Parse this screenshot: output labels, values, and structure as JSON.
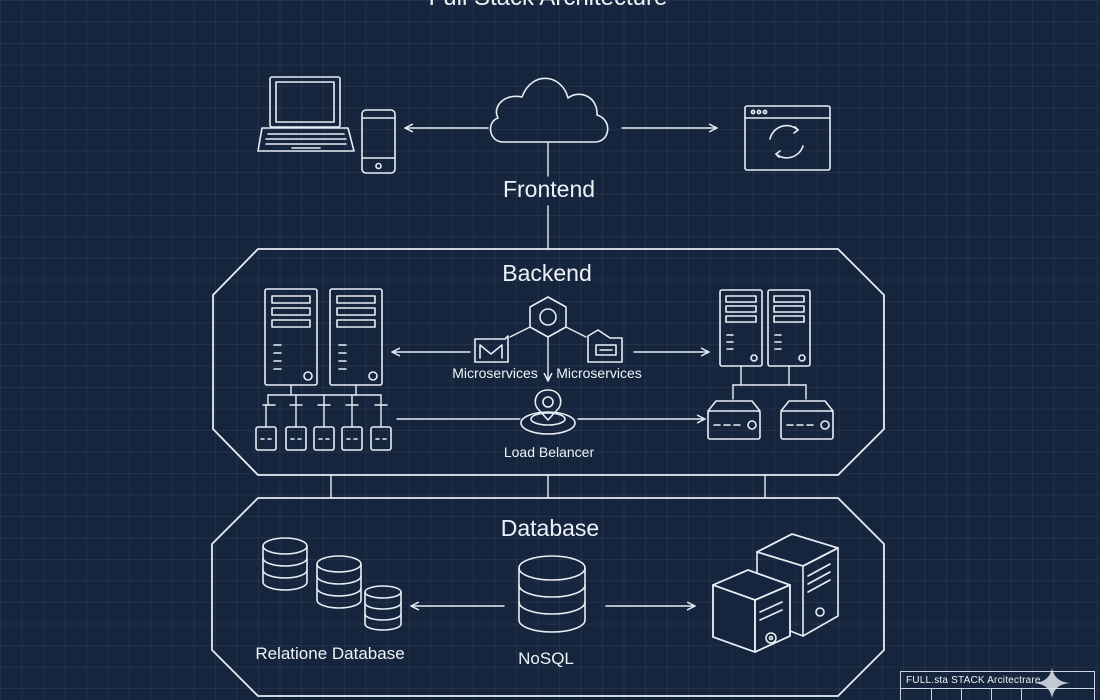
{
  "diagram": {
    "title": "Full Stack Architecture",
    "frontend": {
      "label": "Frontend"
    },
    "backend": {
      "label": "Backend",
      "microservices_left": "Microservices",
      "microservices_right": "Microservices",
      "load_balancer": "Load Belancer"
    },
    "database": {
      "label": "Database",
      "relational": "Relatione Database",
      "nosql": "NoSQL"
    },
    "stamp": {
      "text": "FULL.sta STACK Arcitectrare"
    }
  },
  "colors": {
    "background": "#15253d",
    "line": "#e8edf4",
    "grid": "#2a3a52"
  },
  "icons": [
    "laptop-icon",
    "smartphone-icon",
    "cloud-icon",
    "browser-window-icon",
    "server-rack-icon",
    "hexagon-node-icon",
    "mail-icon",
    "inbox-icon",
    "load-balancer-icon",
    "switch-icon",
    "database-cylinder-icon",
    "server-box-icon",
    "sparkle-icon"
  ]
}
